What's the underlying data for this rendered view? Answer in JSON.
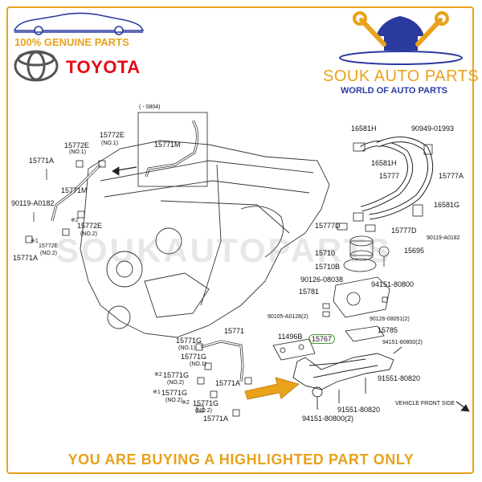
{
  "header": {
    "genuine_text": "100% GENUINE PARTS",
    "brand": "TOYOTA",
    "store_name": "SOUK AUTO PARTS",
    "store_tagline": "WORLD OF AUTO PARTS"
  },
  "watermark": "SOUKAUTOPARTS",
  "inset_label": "( - 0804)",
  "vehicle_front_side": "VEHICLE FRONT SIDE",
  "footer": "YOU ARE BUYING A HIGHLIGHTED PART ONLY",
  "highlighted_part": "15767",
  "colors": {
    "accent": "#e8a21b",
    "brand_red": "#e30b17",
    "tagline_blue": "#2b3a9e",
    "highlight_circle": "#4a9a3a",
    "arrow": "#e8a21b"
  },
  "part_labels": [
    {
      "text": "15772E"
    },
    {
      "text": "(NO.1)"
    },
    {
      "text": "15772E"
    },
    {
      "text": "(NO.1)"
    },
    {
      "text": "15771A"
    },
    {
      "text": "15771M"
    },
    {
      "text": "90119-A0182"
    },
    {
      "text": "※2"
    },
    {
      "text": "15772E"
    },
    {
      "text": "(NO.2)"
    },
    {
      "text": "※1"
    },
    {
      "text": "15772E"
    },
    {
      "text": "(NO.2)"
    },
    {
      "text": "15771A"
    },
    {
      "text": "15771M"
    },
    {
      "text": "16581H"
    },
    {
      "text": "90949-01993"
    },
    {
      "text": "16581H"
    },
    {
      "text": "15777"
    },
    {
      "text": "15777A"
    },
    {
      "text": "16581G"
    },
    {
      "text": "15777D"
    },
    {
      "text": "15777D"
    },
    {
      "text": "90119-A0182"
    },
    {
      "text": "15710"
    },
    {
      "text": "15695"
    },
    {
      "text": "15710B"
    },
    {
      "text": "90126-08038"
    },
    {
      "text": "94151-80800"
    },
    {
      "text": "15781"
    },
    {
      "text": "90105-A0128(2)"
    },
    {
      "text": "90126-08051(2)"
    },
    {
      "text": "15785"
    },
    {
      "text": "11496B"
    },
    {
      "text": "94151-80800(2)"
    },
    {
      "text": "15771"
    },
    {
      "text": "15771G"
    },
    {
      "text": "(NO.1)"
    },
    {
      "text": "15771G"
    },
    {
      "text": "(NO.1)"
    },
    {
      "text": "※2"
    },
    {
      "text": "15771G"
    },
    {
      "text": "(NO.2)"
    },
    {
      "text": "※1"
    },
    {
      "text": "15771G"
    },
    {
      "text": "(NO.2)"
    },
    {
      "text": "15771A"
    },
    {
      "text": "※2"
    },
    {
      "text": "15771G"
    },
    {
      "text": "(NO.2)"
    },
    {
      "text": "15771A"
    },
    {
      "text": "91551-80820"
    },
    {
      "text": "91551-80820"
    },
    {
      "text": "94151-80800(2)"
    }
  ]
}
